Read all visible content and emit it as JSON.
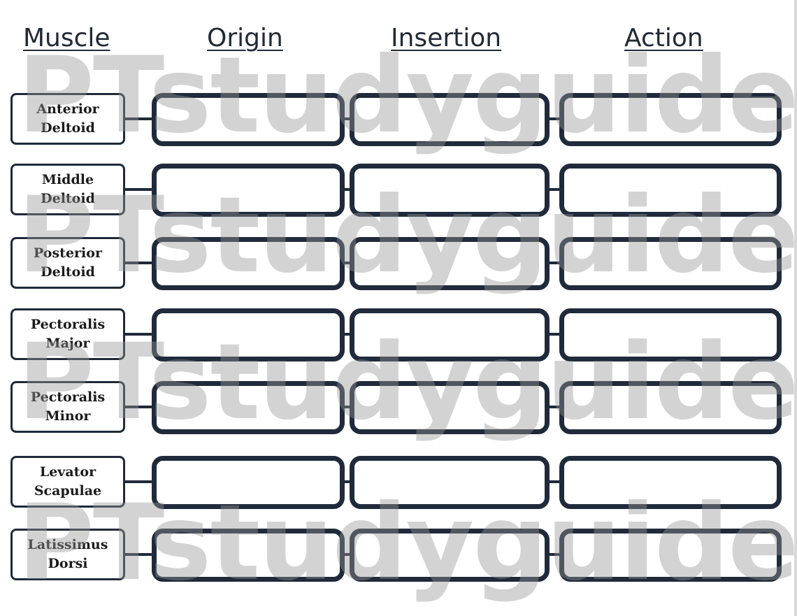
{
  "headers": {
    "muscle": "Muscle",
    "origin": "Origin",
    "insertion": "Insertion",
    "action": "Action"
  },
  "rows": [
    {
      "line1": "Anterior",
      "line2": "Deltoid"
    },
    {
      "line1": "Middle",
      "line2": "Deltoid"
    },
    {
      "line1": "Posterior",
      "line2": "Deltoid"
    },
    {
      "line1": "Pectoralis",
      "line2": "Major"
    },
    {
      "line1": "Pectoralis",
      "line2": "Minor"
    },
    {
      "line1": "Levator",
      "line2": "Scapulae"
    },
    {
      "line1": "Latissimus",
      "line2": "Dorsi"
    }
  ],
  "watermark": "PTstudyguides",
  "colors": {
    "box_border": "#1f2a3a",
    "header_text": "#222a36",
    "watermark": "#969696"
  }
}
